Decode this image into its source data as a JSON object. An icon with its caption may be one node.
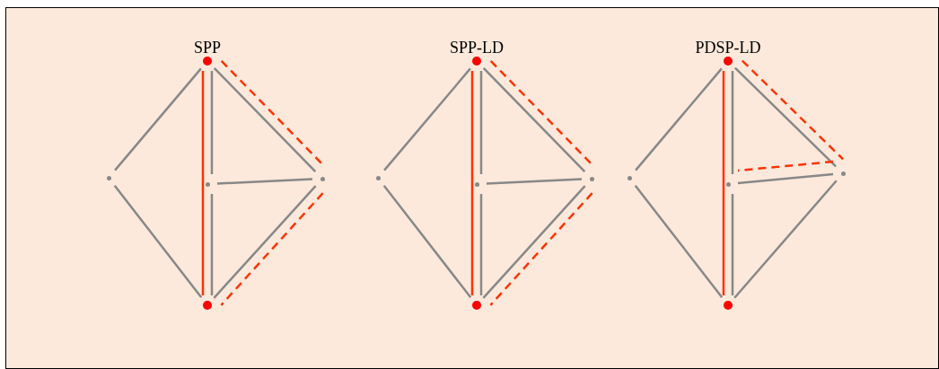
{
  "diagram": {
    "nodes": [
      {
        "text": [],
        "shape": "circle"
      },
      {
        "text": [],
        "shape": "point"
      },
      {
        "text": [],
        "shape": "point"
      },
      {
        "text": [],
        "shape": "point"
      },
      {
        "text": [],
        "shape": "circle"
      },
      {
        "text": [],
        "shape": "circle"
      },
      {
        "text": [],
        "shape": "point"
      },
      {
        "text": [],
        "shape": "point"
      },
      {
        "text": [],
        "shape": "point"
      },
      {
        "text": [],
        "shape": "circle"
      },
      {
        "text": [],
        "shape": "circle"
      },
      {
        "text": [],
        "shape": "point"
      },
      {
        "text": [],
        "shape": "point"
      },
      {
        "text": [],
        "shape": "point"
      },
      {
        "text": [],
        "shape": "circle"
      }
    ],
    "edges": [
      {
        "from": 0,
        "to": 1,
        "arrow": "none"
      },
      {
        "from": 1,
        "to": 4,
        "arrow": "none"
      },
      {
        "from": 0,
        "to": 2,
        "arrow": "none"
      },
      {
        "from": 2,
        "to": 4,
        "arrow": "none"
      },
      {
        "from": 2,
        "to": 3,
        "arrow": "none"
      },
      {
        "from": 0,
        "to": 3,
        "arrow": "none"
      },
      {
        "from": 3,
        "to": 4,
        "arrow": "none"
      },
      {
        "from": 0,
        "to": 4,
        "arrow": "none",
        "color": "#ff3300"
      },
      {
        "from": 0,
        "to": 3,
        "arrow": "none",
        "style": "dashed",
        "color": "#ff3300"
      },
      {
        "from": 3,
        "to": 4,
        "arrow": "none",
        "style": "dashed",
        "color": "#ff3300"
      },
      {
        "from": 5,
        "to": 6,
        "arrow": "none"
      },
      {
        "from": 6,
        "to": 9,
        "arrow": "none"
      },
      {
        "from": 5,
        "to": 7,
        "arrow": "none"
      },
      {
        "from": 7,
        "to": 9,
        "arrow": "none"
      },
      {
        "from": 7,
        "to": 8,
        "arrow": "none"
      },
      {
        "from": 5,
        "to": 8,
        "arrow": "none"
      },
      {
        "from": 8,
        "to": 9,
        "arrow": "none"
      },
      {
        "from": 5,
        "to": 9,
        "arrow": "none",
        "color": "#ff3300"
      },
      {
        "from": 5,
        "to": 8,
        "arrow": "none",
        "style": "dashed",
        "color": "#ff3300"
      },
      {
        "from": 8,
        "to": 9,
        "arrow": "none",
        "style": "dashed",
        "color": "#ff3300"
      },
      {
        "from": 10,
        "to": 11,
        "arrow": "none"
      },
      {
        "from": 11,
        "to": 14,
        "arrow": "none"
      },
      {
        "from": 10,
        "to": 12,
        "arrow": "none"
      },
      {
        "from": 12,
        "to": 14,
        "arrow": "none"
      },
      {
        "from": 12,
        "to": 13,
        "arrow": "none"
      },
      {
        "from": 10,
        "to": 13,
        "arrow": "none"
      },
      {
        "from": 13,
        "to": 14,
        "arrow": "none"
      },
      {
        "from": 10,
        "to": 14,
        "arrow": "none",
        "color": "#ff3300"
      },
      {
        "from": 10,
        "to": 13,
        "arrow": "none",
        "style": "dashed",
        "color": "#ff3300"
      },
      {
        "from": 13,
        "to": 12,
        "arrow": "none",
        "style": "dashed",
        "color": "#ff3300"
      }
    ],
    "labels": [
      "SPP",
      "SPP-LD",
      "PDSP-LD"
    ]
  }
}
